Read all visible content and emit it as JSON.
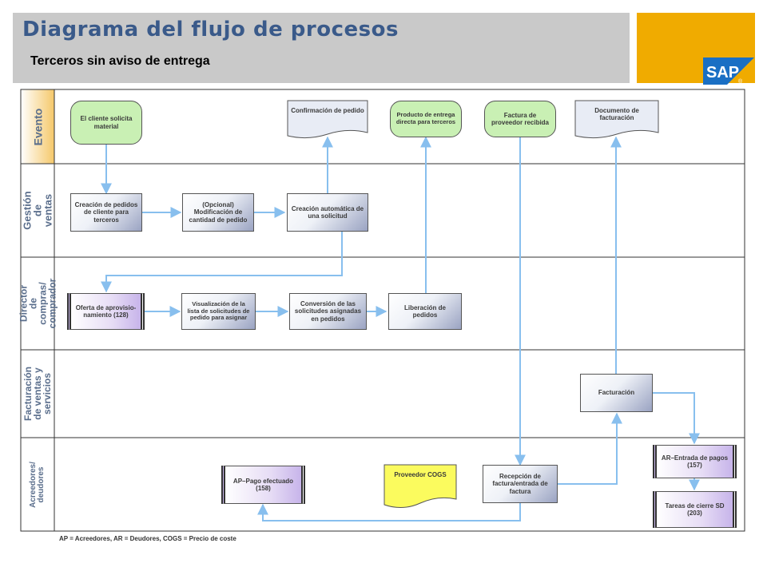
{
  "header": {
    "title": "Diagrama del flujo de procesos",
    "subtitle": "Terceros sin aviso de entrega",
    "logo_text": "SAP",
    "logo_color": "#1a6fc4",
    "accent_color": "#f0ab00"
  },
  "lanes": {
    "evento": "Evento",
    "gestion": "Gestión de ventas",
    "director": "Director de compras/ comprador",
    "facturacion": "Facturación de ventas y servicios",
    "acreedores": "Acreedores/ deudores"
  },
  "nodes": {
    "cliente_solicita": "El cliente solicita material",
    "confirmacion_pedido": "Confirmación de pedido",
    "producto_entrega": "Producto de entrega directa para terceros",
    "factura_proveedor": "Factura de proveedor recibida",
    "documento_facturacion": "Documento de facturación",
    "creacion_pedidos": "Creación de pedidos de cliente para terceros",
    "modificacion_cantidad": "(Opcional) Modificación de cantidad de pedido",
    "creacion_solicitud": "Creación automática de una solicitud",
    "oferta_aprovisionamiento": "Oferta de aprovisio-namiento (128)",
    "visualizacion_lista": "Visualización de la lista de solicitudes de pedido para asignar",
    "conversion_solicitudes": "Conversión de las solicitudes asignadas en pedidos",
    "liberacion_pedidos": "Liberación de pedidos",
    "facturacion": "Facturación",
    "ar_entrada_pagos": "AR–Entrada de pagos (157)",
    "tareas_cierre": "Tareas de cierre SD (203)",
    "ap_pago": "AP–Pago efectuado (158)",
    "proveedor_cogs": "Proveedor COGS",
    "recepcion_factura": "Recepción de factura/entrada de factura"
  },
  "footnote": "AP = Acreedores, AR = Deudores, COGS = Precio de coste"
}
